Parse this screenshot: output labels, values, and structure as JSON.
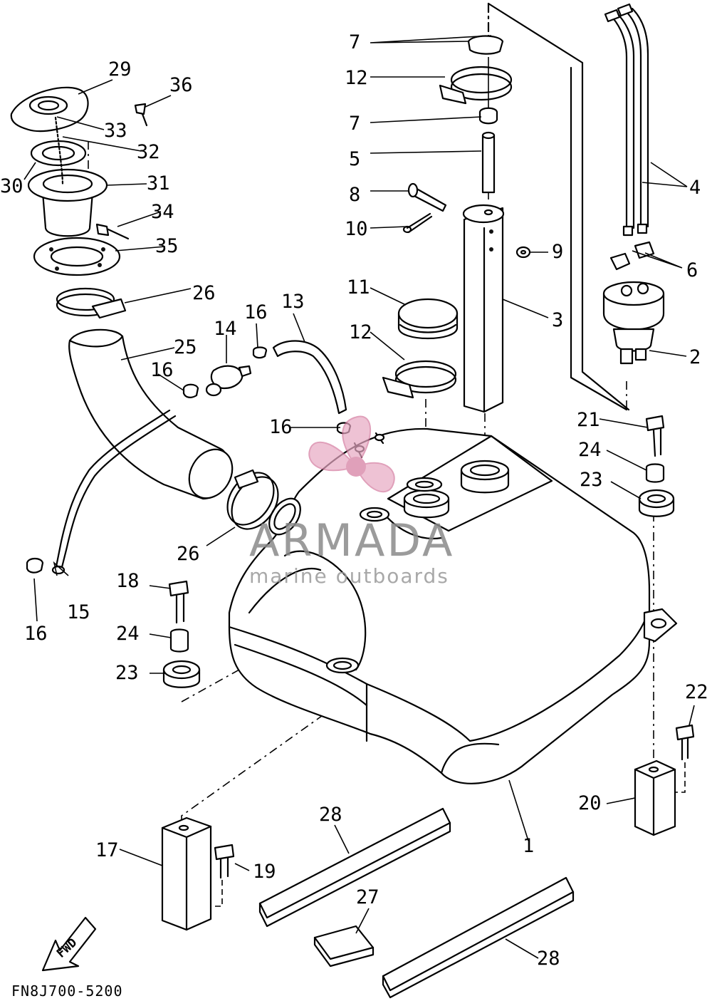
{
  "diagram": {
    "drawing_code": "FN8J700-5200",
    "fwd_label": "FWD",
    "watermark": {
      "brand": "ARMADA",
      "tagline": "marine outboards"
    },
    "callouts": [
      {
        "id": "c1",
        "text": "1"
      },
      {
        "id": "c2",
        "text": "2"
      },
      {
        "id": "c3",
        "text": "3"
      },
      {
        "id": "c4",
        "text": "4"
      },
      {
        "id": "c5",
        "text": "5"
      },
      {
        "id": "c6",
        "text": "6"
      },
      {
        "id": "c7a",
        "text": "7"
      },
      {
        "id": "c7b",
        "text": "7"
      },
      {
        "id": "c8",
        "text": "8"
      },
      {
        "id": "c9",
        "text": "9"
      },
      {
        "id": "c10",
        "text": "10"
      },
      {
        "id": "c11",
        "text": "11"
      },
      {
        "id": "c12a",
        "text": "12"
      },
      {
        "id": "c12b",
        "text": "12"
      },
      {
        "id": "c13",
        "text": "13"
      },
      {
        "id": "c14",
        "text": "14"
      },
      {
        "id": "c15",
        "text": "15"
      },
      {
        "id": "c16a",
        "text": "16"
      },
      {
        "id": "c16b",
        "text": "16"
      },
      {
        "id": "c16c",
        "text": "16"
      },
      {
        "id": "c16d",
        "text": "16"
      },
      {
        "id": "c17",
        "text": "17"
      },
      {
        "id": "c18",
        "text": "18"
      },
      {
        "id": "c19",
        "text": "19"
      },
      {
        "id": "c20",
        "text": "20"
      },
      {
        "id": "c21",
        "text": "21"
      },
      {
        "id": "c22",
        "text": "22"
      },
      {
        "id": "c23a",
        "text": "23"
      },
      {
        "id": "c23b",
        "text": "23"
      },
      {
        "id": "c24a",
        "text": "24"
      },
      {
        "id": "c24b",
        "text": "24"
      },
      {
        "id": "c25",
        "text": "25"
      },
      {
        "id": "c26a",
        "text": "26"
      },
      {
        "id": "c26b",
        "text": "26"
      },
      {
        "id": "c27",
        "text": "27"
      },
      {
        "id": "c28a",
        "text": "28"
      },
      {
        "id": "c28b",
        "text": "28"
      },
      {
        "id": "c29",
        "text": "29"
      },
      {
        "id": "c30",
        "text": "30"
      },
      {
        "id": "c31",
        "text": "31"
      },
      {
        "id": "c32",
        "text": "32"
      },
      {
        "id": "c33",
        "text": "33"
      },
      {
        "id": "c34",
        "text": "34"
      },
      {
        "id": "c35",
        "text": "35"
      },
      {
        "id": "c36",
        "text": "36"
      }
    ]
  }
}
